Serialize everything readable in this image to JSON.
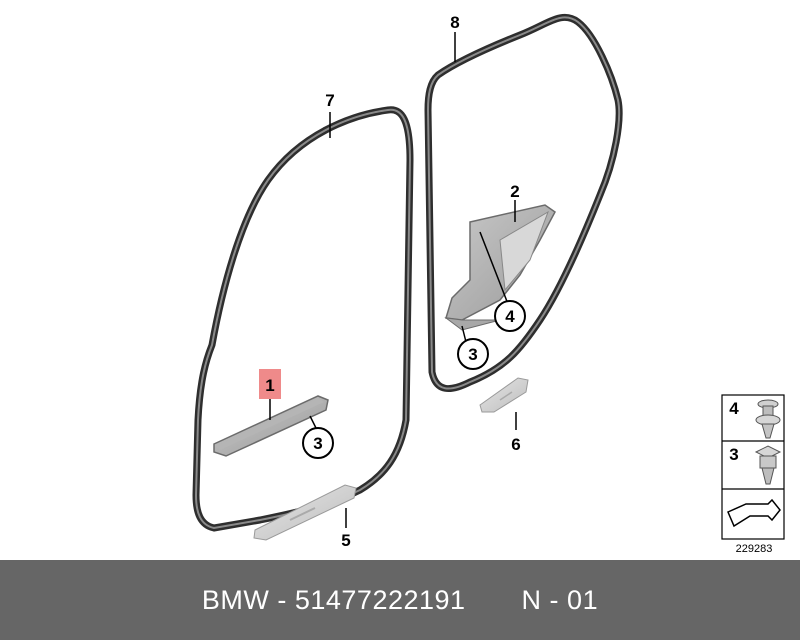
{
  "callouts": {
    "c1": "1",
    "c2": "2",
    "c3a": "3",
    "c3b": "3",
    "c4": "4",
    "c5": "5",
    "c6": "6",
    "c7": "7",
    "c8": "8"
  },
  "legend": {
    "k4": "4",
    "k3": "3"
  },
  "diagram_number": "229283",
  "footer": "BMW - 51477222191       N - 01",
  "colors": {
    "highlight": "#ef8a8a",
    "footer_bg": "#666666",
    "seal": "#4a4a4a"
  }
}
